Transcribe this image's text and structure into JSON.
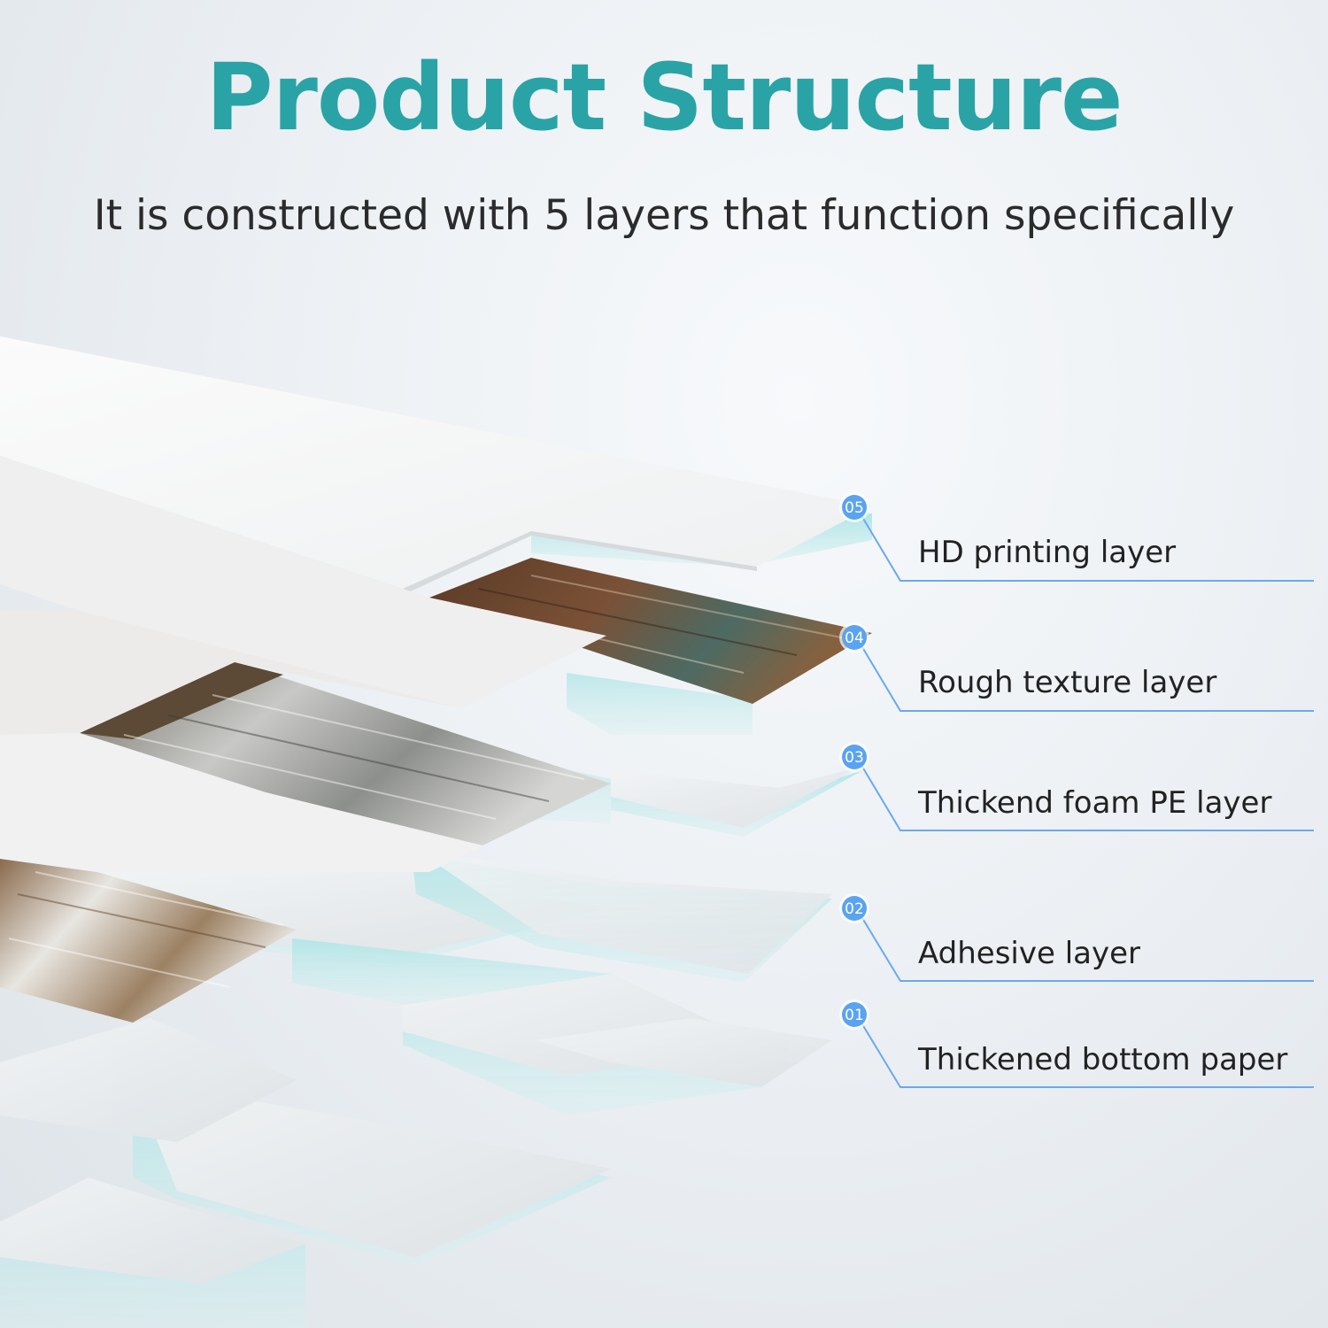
{
  "title": "Product Structure",
  "subtitle": "It is constructed with 5 layers that function specifically",
  "colors": {
    "title": "#2aa3a6",
    "callout": "#6aa9ee",
    "badge": "#5aa3f0",
    "glass": "#bfe9ea"
  },
  "layers": [
    {
      "number": "05",
      "label": "HD printing layer"
    },
    {
      "number": "04",
      "label": "Rough texture layer"
    },
    {
      "number": "03",
      "label": "Thickend foam PE layer"
    },
    {
      "number": "02",
      "label": "Adhesive layer"
    },
    {
      "number": "01",
      "label": "Thickened bottom paper"
    }
  ]
}
